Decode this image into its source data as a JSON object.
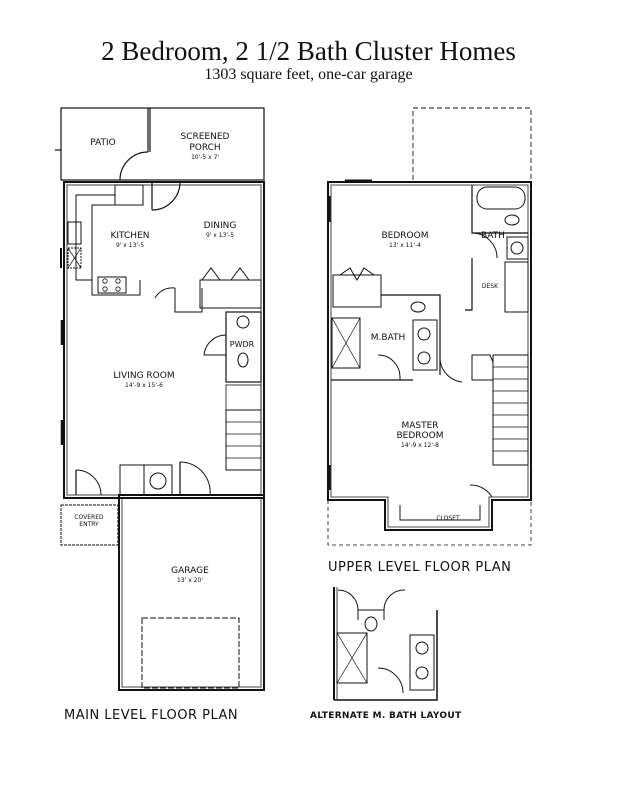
{
  "header": {
    "title": "2 Bedroom, 2 1/2 Bath Cluster Homes",
    "subtitle": "1303 square feet, one-car garage"
  },
  "main_level": {
    "caption": "MAIN LEVEL FLOOR PLAN",
    "rooms": {
      "patio": {
        "name": "PATIO"
      },
      "screened_porch": {
        "name_line1": "SCREENED",
        "name_line2": "PORCH",
        "dims": "10'-5 x 7'"
      },
      "kitchen": {
        "name": "KITCHEN",
        "dims": "9' x 13'-5"
      },
      "dining": {
        "name": "DINING",
        "dims": "9' x 13'-5"
      },
      "powder": {
        "name": "PWDR"
      },
      "living_room": {
        "name": "LIVING ROOM",
        "dims": "14'-9 x 15'-6"
      },
      "covered_entry": {
        "name_line1": "COVERED",
        "name_line2": "ENTRY"
      },
      "garage": {
        "name": "GARAGE",
        "dims": "13' x 20'"
      }
    }
  },
  "upper_level": {
    "caption": "UPPER LEVEL FLOOR PLAN",
    "rooms": {
      "bedroom": {
        "name": "BEDROOM",
        "dims": "13' x 11'-4"
      },
      "bath": {
        "name": "BATH"
      },
      "desk": {
        "name": "DESK"
      },
      "master_bath": {
        "name": "M.BATH"
      },
      "master_bedroom": {
        "name_line1": "MASTER",
        "name_line2": "BEDROOM",
        "dims": "14'-9 x 12'-8"
      },
      "closet": {
        "name": "CLOSET"
      }
    }
  },
  "alternate_bath": {
    "caption": "ALTERNATE M. BATH LAYOUT"
  }
}
